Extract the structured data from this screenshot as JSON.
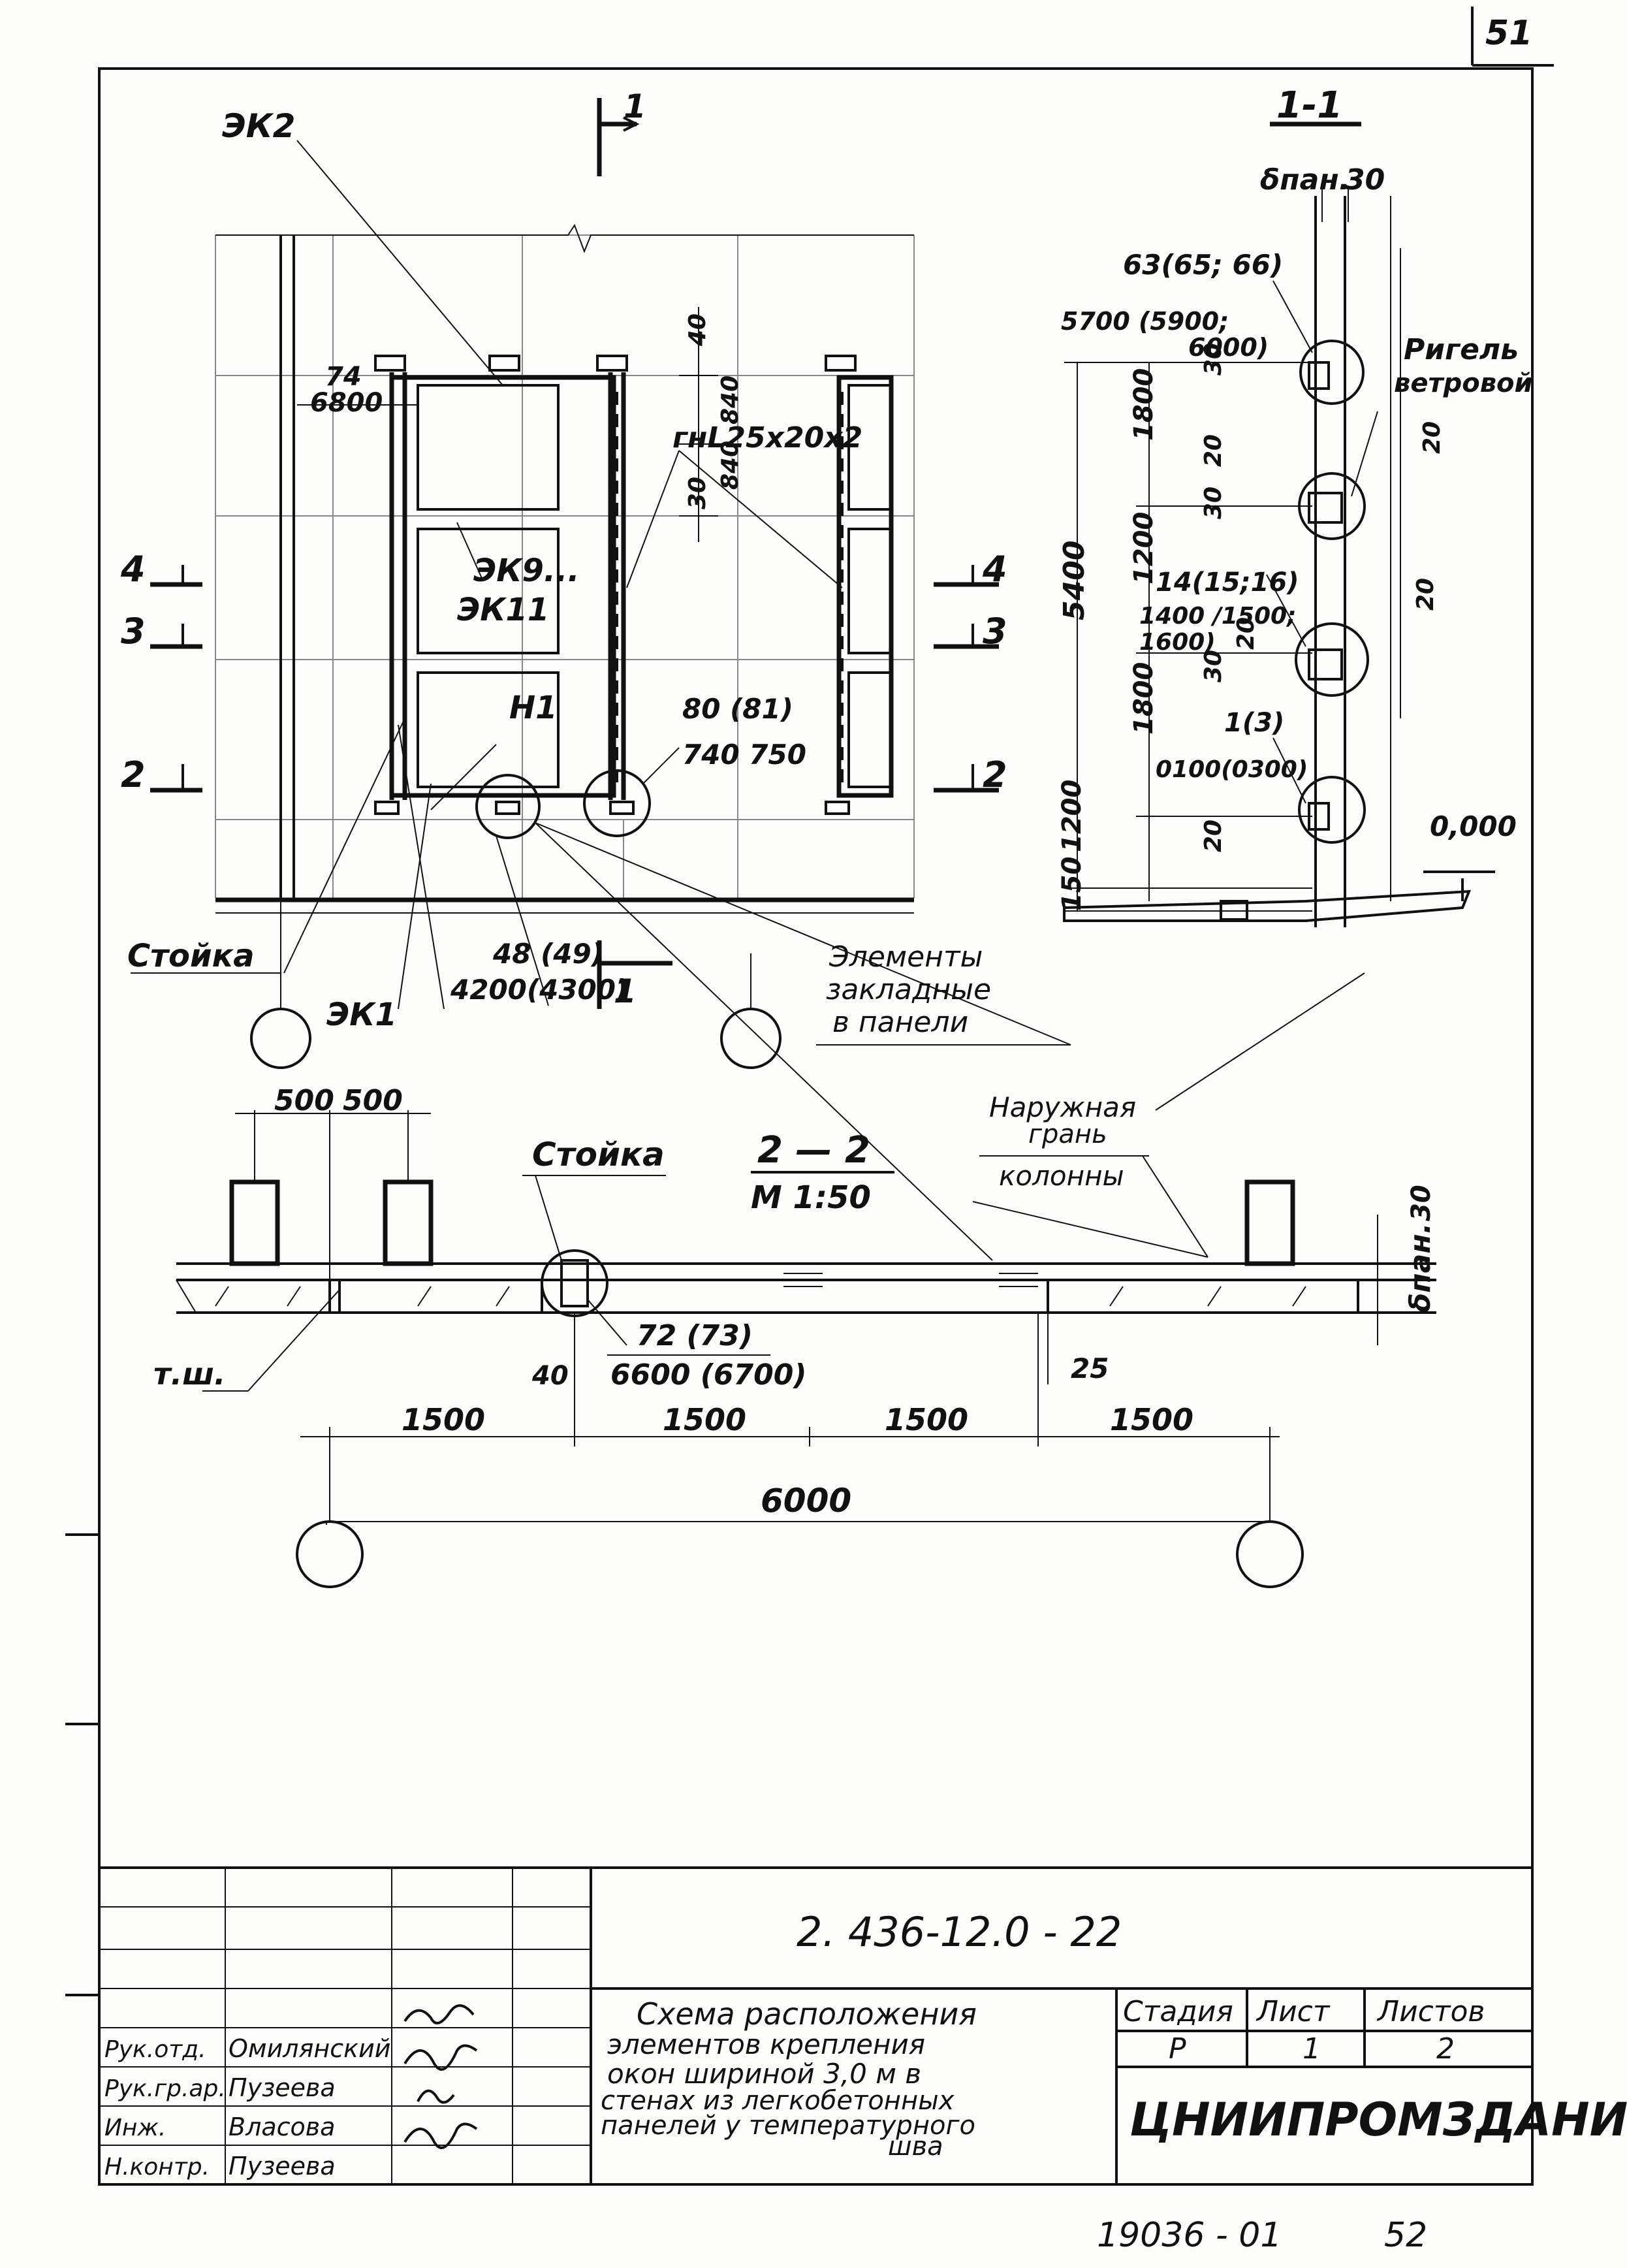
{
  "sheet": {
    "page_number": "51",
    "next_page_number": "52",
    "archive_number": "19036 - 01"
  },
  "elevation": {
    "section_mark": "1",
    "labels": {
      "ek2": "ЭК2",
      "ek9": "ЭК9...",
      "ek11": "ЭК11",
      "n1": "Н1",
      "ek1": "ЭК1",
      "stoika": "Стойка",
      "angle": "гнL25x20x2",
      "embedded_line1": "Элементы",
      "embedded_line2": "закладные",
      "embedded_line3": "в панели"
    },
    "callouts": {
      "c74_top": "74",
      "c74_bottom": "6800",
      "c80_top": "80 (81)",
      "c80_bottom": "740 750",
      "c48_top": "48 (49)",
      "c48_bottom": "4200(4300)"
    },
    "dims": {
      "d40": "40",
      "d840a": "840",
      "d840b": "840",
      "d30": "30"
    },
    "side_marks": [
      "4",
      "3",
      "2"
    ],
    "right_marks": [
      "4",
      "3",
      "2"
    ]
  },
  "section_1_1": {
    "title": "1-1",
    "panel_thickness": "δпан.",
    "d30": "30",
    "c63_top": "63(65; 66)",
    "c63_l1": "5700 (5900;",
    "c63_l2": "6000)",
    "c14_top": "14(15;16)",
    "c14_l1": "1400 /1500;",
    "c14_l2": "1600)",
    "c1_top": "1(3)",
    "c1_bottom": "0100(0300)",
    "rigel_l1": "Ригель",
    "rigel_l2": "ветровой",
    "level": "0,000",
    "d5400": "5400",
    "d1800a": "1800",
    "d1200a": "1200",
    "d1800b": "1800",
    "d1200b": "1200",
    "d150": "150",
    "d30a": "30",
    "d20a": "20",
    "d30b": "30",
    "d30c": "30",
    "d20b": "20",
    "d20c": "20",
    "d20d": "20",
    "d20e": "20"
  },
  "section_2_2": {
    "title": "2 — 2",
    "scale": "М 1:50",
    "stoika": "Стойка",
    "outer_face_l1": "Наружная",
    "outer_face_l2": "грань",
    "outer_face_l3": "колонны",
    "tsh": "т.ш.",
    "c72_top": "72 (73)",
    "c72_bottom": "6600 (6700)",
    "d500a": "500",
    "d500b": "500",
    "d40": "40",
    "d25": "25",
    "d30": "30",
    "panel_thickness": "δпан.",
    "spans": [
      "1500",
      "1500",
      "1500",
      "1500"
    ],
    "total": "6000"
  },
  "title_block": {
    "code": "2. 436-12.0 - 22",
    "title_lines": [
      "Схема   расположения",
      "элементов   крепления",
      "окон   шириной   3,0 м  в",
      "стенах  из  легкобетонных",
      "панелей   у  температурного",
      "шва"
    ],
    "stage_label": "Стадия",
    "sheet_label": "Лист",
    "sheets_label": "Листов",
    "stage": "Р",
    "sheet": "1",
    "sheets": "2",
    "organization": "ЦНИИПРОМЗДАНИЙ",
    "roles": [
      "Рук.отд.",
      "Рук.гр.ар.",
      "Инж.",
      "Н.контр."
    ],
    "names": [
      "Омилянский",
      "Пузеева",
      "Власова",
      "Пузеева"
    ]
  }
}
